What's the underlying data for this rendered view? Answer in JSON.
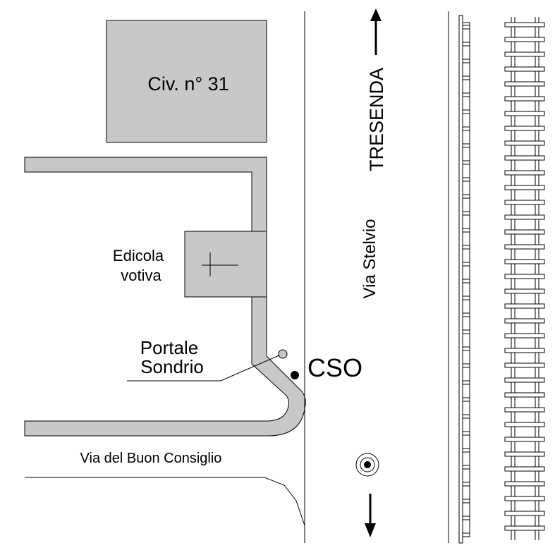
{
  "labels": {
    "building": "Civ. n° 31",
    "shrine_line1": "Edicola",
    "shrine_line2": "votiva",
    "portal_line1": "Portale",
    "portal_line2": "Sondrio",
    "benchmark": "CSO",
    "main_street": "Via Stelvio",
    "side_street": "Via del Buon Consiglio",
    "direction_north": "TRESENDA"
  },
  "icons": {
    "north_arrow": "arrow-up-icon",
    "south_arrow": "arrow-down-icon",
    "cross": "cross-icon",
    "target": "target-icon",
    "benchmark_point": "filled-dot-icon",
    "portal_point": "hollow-dot-icon"
  },
  "colors": {
    "fill": "#c8c8c8",
    "stroke": "#000000",
    "background": "#ffffff"
  }
}
